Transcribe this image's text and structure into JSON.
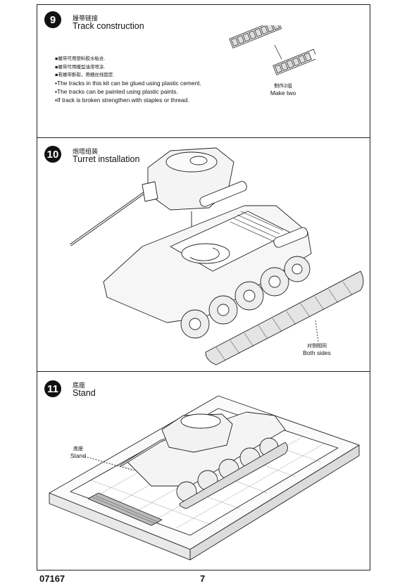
{
  "steps": [
    {
      "number": "9",
      "title_cn": "履带链接",
      "title_en": "Track construction",
      "notes": [
        "▪履带可用塑料胶水粘合.",
        "▪履带可用模型油漆喷涂.",
        "▪若履带断裂，用细丝线固定.",
        "▪The tracks in this kit can be glued using plastic cement.",
        "▪The tracks can be painted using plastic paints.",
        "▪If track is broken strengthen with staples or thread."
      ],
      "label_cn": "制作2组",
      "label_en": "Make two"
    },
    {
      "number": "10",
      "title_cn": "炮塔组装",
      "title_en": "Turret installation",
      "label_cn": "对侧相同",
      "label_en": "Both sides"
    },
    {
      "number": "11",
      "title_cn": "底座",
      "title_en": "Stand",
      "label_cn": "底座",
      "label_en": "Stand"
    }
  ],
  "footer": {
    "code": "07167",
    "page": "7"
  }
}
